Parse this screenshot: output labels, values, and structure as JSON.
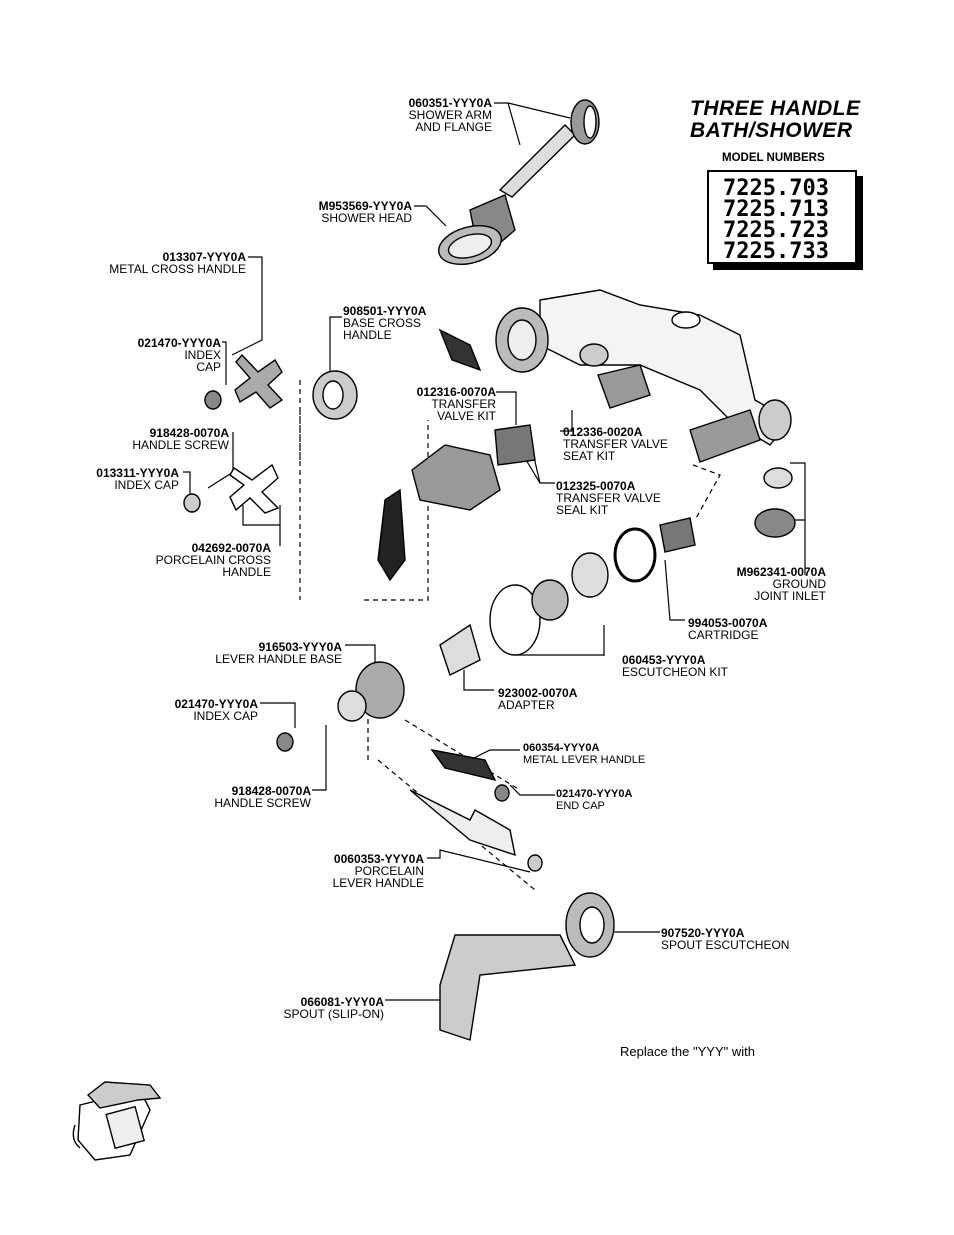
{
  "title_line1": "THREE HANDLE",
  "title_line2": "BATH/SHOWER",
  "model_heading": "MODEL NUMBERS",
  "models": [
    "7225.703",
    "7225.713",
    "7225.723",
    "7225.733"
  ],
  "note": "Replace the \"YYY\" with",
  "parts": [
    {
      "num": "060351-YYY0A",
      "desc1": "SHOWER ARM",
      "desc2": "AND FLANGE"
    },
    {
      "num": "M953569-YYY0A",
      "desc1": "SHOWER HEAD"
    },
    {
      "num": "013307-YYY0A",
      "desc1": "METAL CROSS HANDLE"
    },
    {
      "num": "908501-YYY0A",
      "desc1": "BASE CROSS",
      "desc2": "HANDLE"
    },
    {
      "num": "021470-YYY0A",
      "desc1": "INDEX",
      "desc2": "CAP"
    },
    {
      "num": "012316-0070A",
      "desc1": "TRANSFER",
      "desc2": "VALVE  KIT"
    },
    {
      "num": "012336-0020A",
      "desc1": "TRANSFER VALVE",
      "desc2": "SEAT KIT"
    },
    {
      "num": "918428-0070A",
      "desc1": "HANDLE SCREW"
    },
    {
      "num": "013311-YYY0A",
      "desc1": "INDEX CAP"
    },
    {
      "num": "012325-0070A",
      "desc1": "TRANSFER VALVE",
      "desc2": "SEAL KIT"
    },
    {
      "num": "042692-0070A",
      "desc1": "PORCELAIN CROSS",
      "desc2": "HANDLE"
    },
    {
      "num": "M962341-0070A",
      "desc1": "GROUND",
      "desc2": "JOINT INLET"
    },
    {
      "num": "994053-0070A",
      "desc1": "CARTRIDGE"
    },
    {
      "num": "916503-YYY0A",
      "desc1": "LEVER HANDLE BASE"
    },
    {
      "num": "060453-YYY0A",
      "desc1": "ESCUTCHEON KIT"
    },
    {
      "num": "923002-0070A",
      "desc1": "ADAPTER"
    },
    {
      "num": "021470-YYY0A",
      "desc1": "INDEX CAP"
    },
    {
      "num": "060354-YYY0A",
      "desc1": "METAL LEVER HANDLE"
    },
    {
      "num": "918428-0070A",
      "desc1": "HANDLE SCREW"
    },
    {
      "num": "021470-YYY0A",
      "desc1": "END CAP"
    },
    {
      "num": "0060353-YYY0A",
      "desc1": "PORCELAIN",
      "desc2": "LEVER HANDLE"
    },
    {
      "num": "907520-YYY0A",
      "desc1": "SPOUT ESCUTCHEON"
    },
    {
      "num": "066081-YYY0A",
      "desc1": "SPOUT (SLIP-ON)"
    }
  ]
}
